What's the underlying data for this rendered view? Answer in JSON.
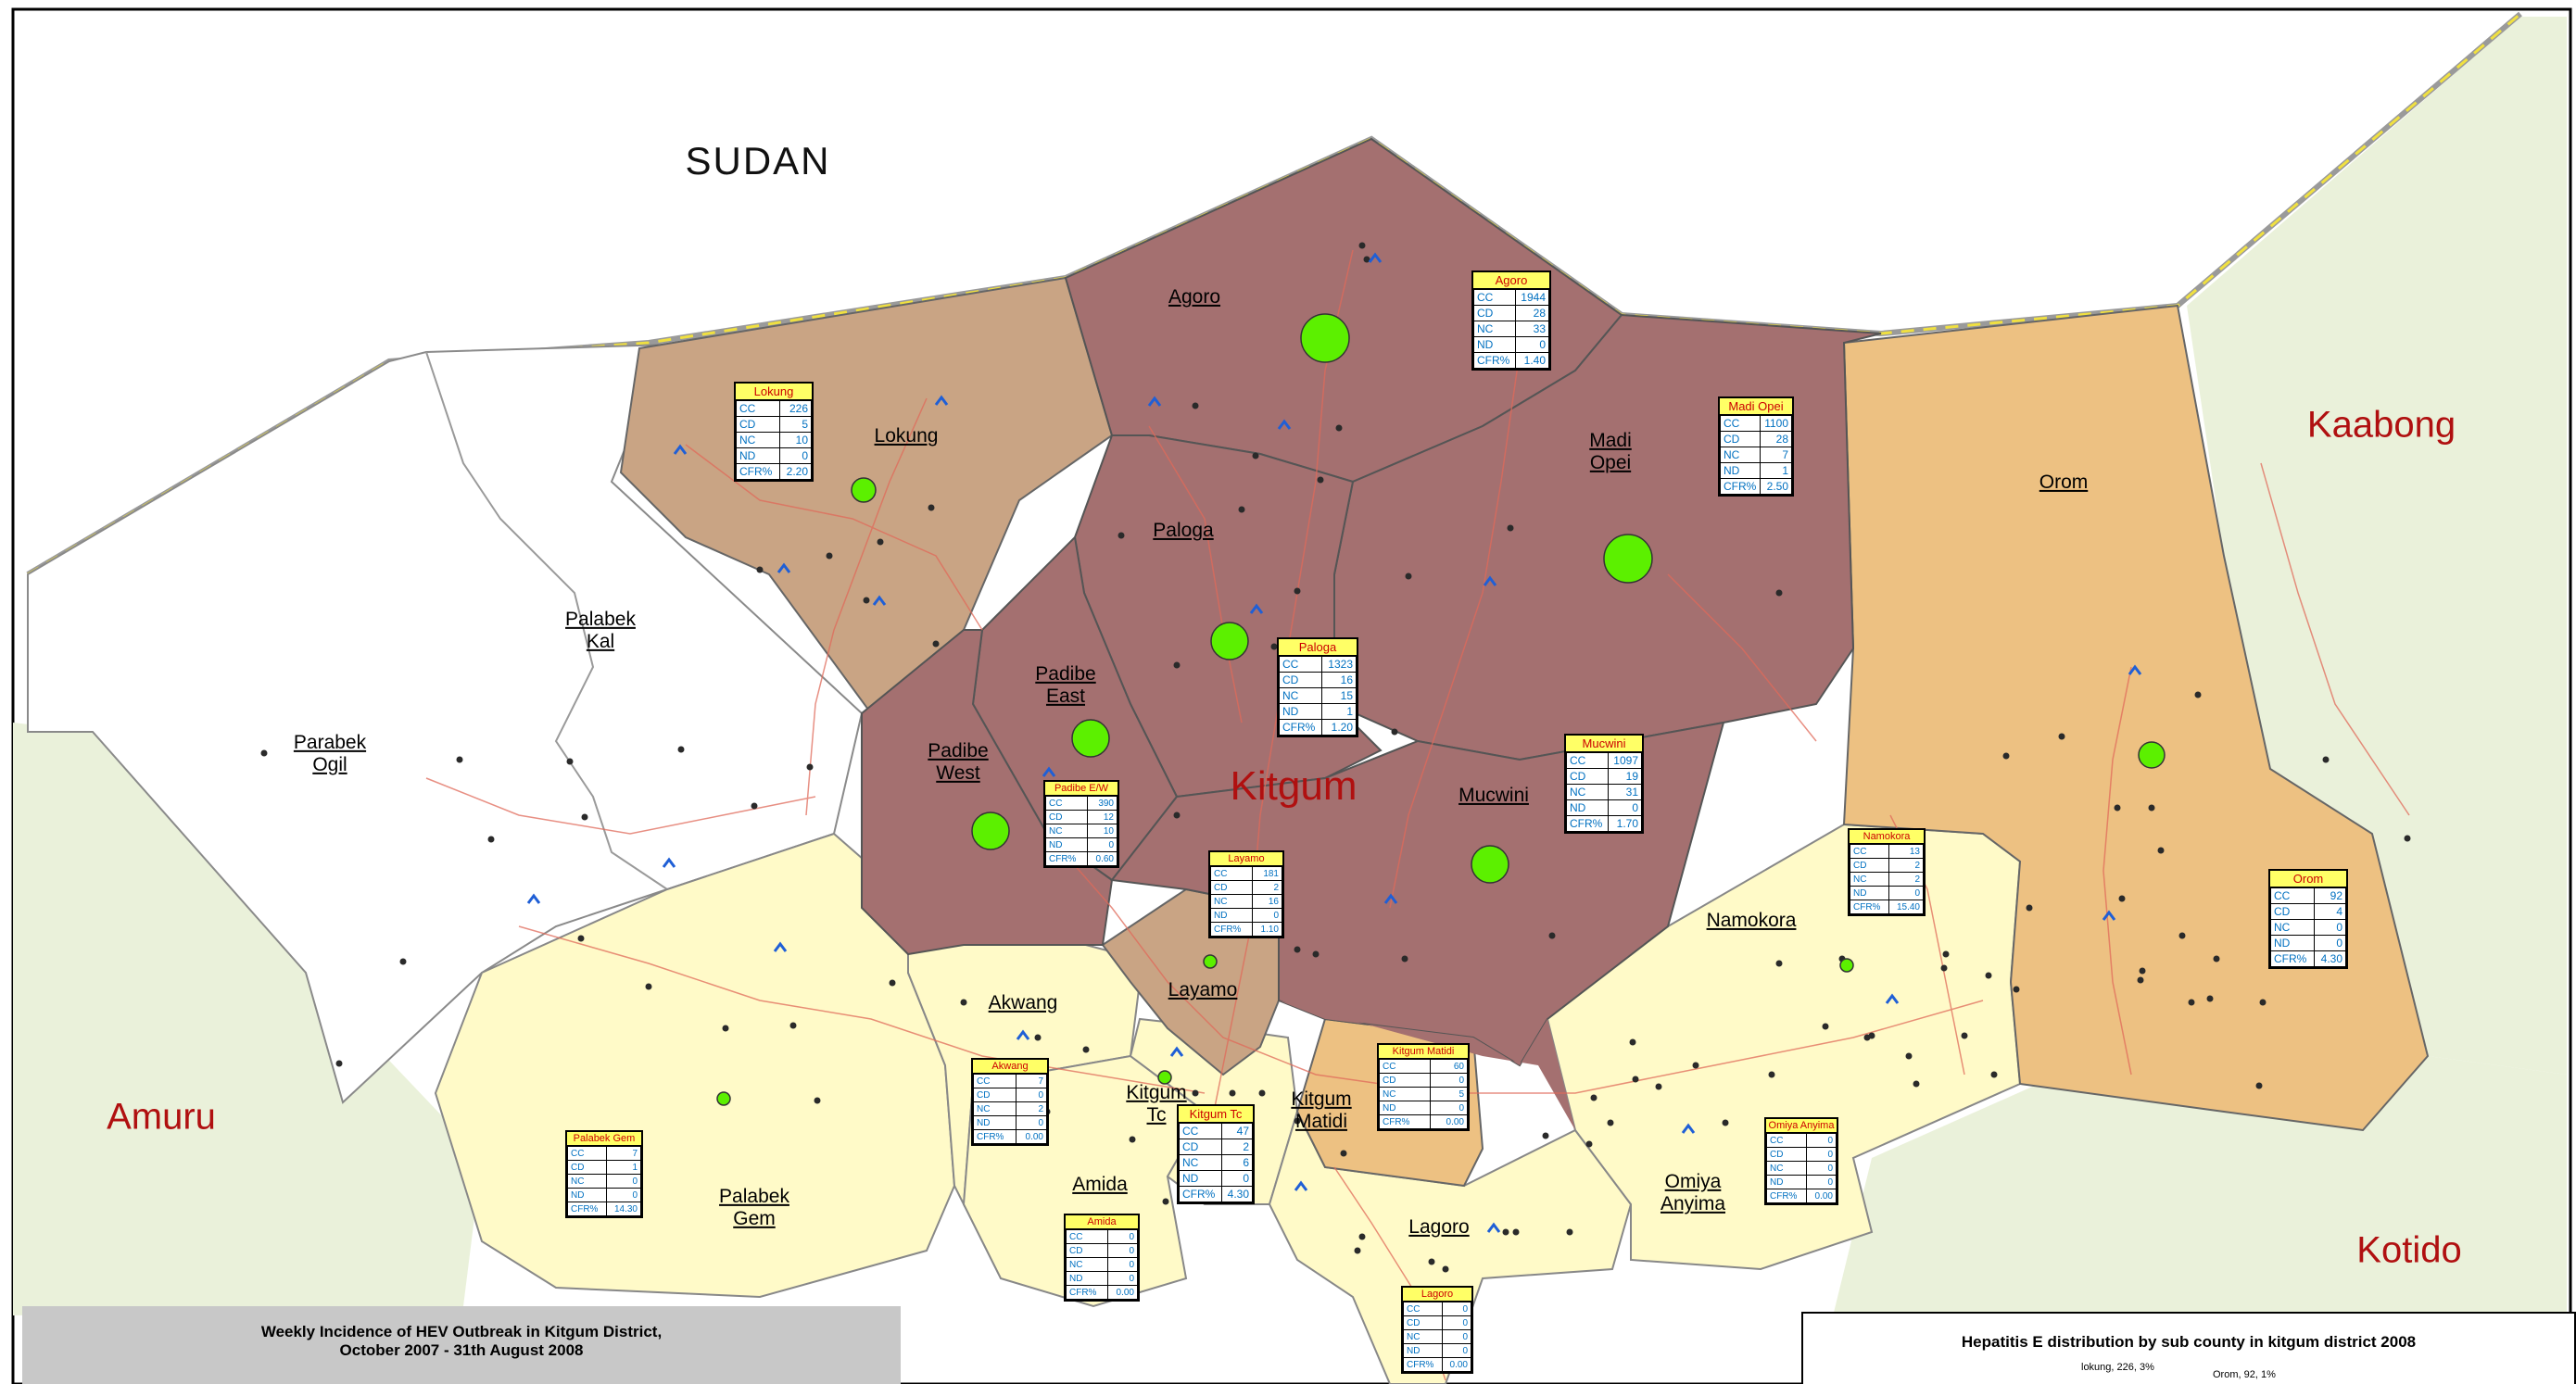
{
  "map": {
    "country_label": "SUDAN",
    "district_label": "Kitgum",
    "neighbours": [
      "Kaabong",
      "Kotido",
      "Amuru"
    ]
  },
  "subcounties": {
    "agoro": [
      "Agoro"
    ],
    "lokung": [
      "Lokung"
    ],
    "madi_opei": [
      "Madi",
      "Opei"
    ],
    "orom": [
      "Orom"
    ],
    "paloga": [
      "Paloga"
    ],
    "palabek_kal": [
      "Palabek",
      "Kal"
    ],
    "padibe_east": [
      "Padibe",
      "East"
    ],
    "parabek_ogil": [
      "Parabek",
      "Ogil"
    ],
    "padibe_west": [
      "Padibe",
      "West"
    ],
    "mucwini": [
      "Mucwini"
    ],
    "namokora": [
      "Namokora"
    ],
    "layamo": [
      "Layamo"
    ],
    "akwang": [
      "Akwang"
    ],
    "kitgum_tc": [
      "Kitgum",
      "Tc"
    ],
    "kitgum_matidi": [
      "Kitgum",
      "Matidi"
    ],
    "amida": [
      "Amida"
    ],
    "palabek_gem": [
      "Palabek",
      "Gem"
    ],
    "omiya_anyima": [
      "Omiya",
      "Anyima"
    ],
    "lagoro": [
      "Lagoro"
    ]
  },
  "stat_boxes": [
    {
      "id": "agoro",
      "title": "Agoro",
      "rows": [
        [
          "CC",
          "1944"
        ],
        [
          "CD",
          "28"
        ],
        [
          "NC",
          "33"
        ],
        [
          "ND",
          "0"
        ],
        [
          "CFR%",
          "1.40"
        ]
      ]
    },
    {
      "id": "lokung",
      "title": "Lokung",
      "rows": [
        [
          "CC",
          "226"
        ],
        [
          "CD",
          "5"
        ],
        [
          "NC",
          "10"
        ],
        [
          "ND",
          "0"
        ],
        [
          "CFR%",
          "2.20"
        ]
      ]
    },
    {
      "id": "madi-opei",
      "title": "Madi Opei",
      "rows": [
        [
          "CC",
          "1100"
        ],
        [
          "CD",
          "28"
        ],
        [
          "NC",
          "7"
        ],
        [
          "ND",
          "1"
        ],
        [
          "CFR%",
          "2.50"
        ]
      ]
    },
    {
      "id": "paloga",
      "title": "Paloga",
      "rows": [
        [
          "CC",
          "1323"
        ],
        [
          "CD",
          "16"
        ],
        [
          "NC",
          "15"
        ],
        [
          "ND",
          "1"
        ],
        [
          "CFR%",
          "1.20"
        ]
      ]
    },
    {
      "id": "mucwini",
      "title": "Mucwini",
      "rows": [
        [
          "CC",
          "1097"
        ],
        [
          "CD",
          "19"
        ],
        [
          "NC",
          "31"
        ],
        [
          "ND",
          "0"
        ],
        [
          "CFR%",
          "1.70"
        ]
      ]
    },
    {
      "id": "padibe-ew",
      "title": "Padibe E/W",
      "rows": [
        [
          "CC",
          "390"
        ],
        [
          "CD",
          "12"
        ],
        [
          "NC",
          "10"
        ],
        [
          "ND",
          "0"
        ],
        [
          "CFR%",
          "0.60"
        ]
      ]
    },
    {
      "id": "layamo",
      "title": "Layamo",
      "rows": [
        [
          "CC",
          "181"
        ],
        [
          "CD",
          "2"
        ],
        [
          "NC",
          "16"
        ],
        [
          "ND",
          "0"
        ],
        [
          "CFR%",
          "1.10"
        ]
      ]
    },
    {
      "id": "namokora",
      "title": "Namokora",
      "rows": [
        [
          "CC",
          "13"
        ],
        [
          "CD",
          "2"
        ],
        [
          "NC",
          "2"
        ],
        [
          "ND",
          "0"
        ],
        [
          "CFR%",
          "15.40"
        ]
      ]
    },
    {
      "id": "orom",
      "title": "Orom",
      "rows": [
        [
          "CC",
          "92"
        ],
        [
          "CD",
          "4"
        ],
        [
          "NC",
          "0"
        ],
        [
          "ND",
          "0"
        ],
        [
          "CFR%",
          "4.30"
        ]
      ]
    },
    {
      "id": "kitgum-matidi",
      "title": "Kitgum Matidi",
      "rows": [
        [
          "CC",
          "60"
        ],
        [
          "CD",
          "0"
        ],
        [
          "NC",
          "5"
        ],
        [
          "ND",
          "0"
        ],
        [
          "CFR%",
          "0.00"
        ]
      ]
    },
    {
      "id": "akwang",
      "title": "Akwang",
      "rows": [
        [
          "CC",
          "7"
        ],
        [
          "CD",
          "0"
        ],
        [
          "NC",
          "2"
        ],
        [
          "ND",
          "0"
        ],
        [
          "CFR%",
          "0.00"
        ]
      ]
    },
    {
      "id": "kitgum-tc",
      "title": "Kitgum Tc",
      "rows": [
        [
          "CC",
          "47"
        ],
        [
          "CD",
          "2"
        ],
        [
          "NC",
          "6"
        ],
        [
          "ND",
          "0"
        ],
        [
          "CFR%",
          "4.30"
        ]
      ]
    },
    {
      "id": "palabek-gem",
      "title": "Palabek Gem",
      "rows": [
        [
          "CC",
          "7"
        ],
        [
          "CD",
          "1"
        ],
        [
          "NC",
          "0"
        ],
        [
          "ND",
          "0"
        ],
        [
          "CFR%",
          "14.30"
        ]
      ]
    },
    {
      "id": "omiya-anyima",
      "title": "Omiya Anyima",
      "rows": [
        [
          "CC",
          "0"
        ],
        [
          "CD",
          "0"
        ],
        [
          "NC",
          "0"
        ],
        [
          "ND",
          "0"
        ],
        [
          "CFR%",
          "0.00"
        ]
      ]
    },
    {
      "id": "amida",
      "title": "Amida",
      "rows": [
        [
          "CC",
          "0"
        ],
        [
          "CD",
          "0"
        ],
        [
          "NC",
          "0"
        ],
        [
          "ND",
          "0"
        ],
        [
          "CFR%",
          "0.00"
        ]
      ]
    },
    {
      "id": "lagoro",
      "title": "Lagoro",
      "rows": [
        [
          "CC",
          "0"
        ],
        [
          "CD",
          "0"
        ],
        [
          "NC",
          "0"
        ],
        [
          "ND",
          "0"
        ],
        [
          "CFR%",
          "0.00"
        ]
      ]
    }
  ],
  "title": {
    "line1": "Weekly Incidence of HEV Outbreak in Kitgum District,",
    "line2": "October 2007 - 31th  August  2008"
  },
  "pie": {
    "title": "Hepatitis E distribution by sub county in kitgum district 2008",
    "labels": [
      "lokung, 226, 3%",
      "Orom, 92, 1%"
    ]
  }
}
